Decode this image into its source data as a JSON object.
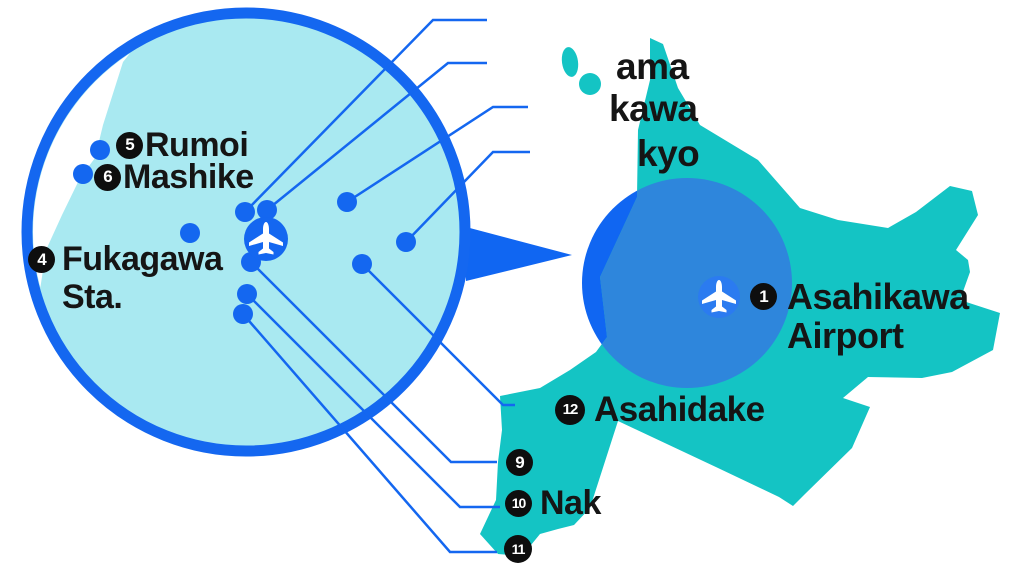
{
  "labels": {
    "airport": {
      "num": "1",
      "line1": "Asahikawa",
      "line2": "Airport"
    },
    "asahidake": {
      "num": "12",
      "text": "Asahidake"
    },
    "rumoi": {
      "num": "5",
      "text": "Rumoi"
    },
    "mashike": {
      "num": "6",
      "text": "Mashike"
    },
    "fukagawa_sta": {
      "num": "4",
      "line1": "Fukagawa",
      "line2": "Sta."
    },
    "stop9": {
      "num": "9"
    },
    "stop10": {
      "num": "10",
      "text_fragment": "Nak"
    },
    "stop11": {
      "num": "11"
    },
    "top_fragments": {
      "f1": "ama",
      "f2": "kawa",
      "f3": "kyo"
    }
  },
  "icons": {
    "airplane": "airplane-icon"
  },
  "colors": {
    "land_teal": "#14C4C4",
    "lens_fill": "#A9E9F1",
    "accent_blue": "#1467F0",
    "coverage_circle_blue": "#2E86DC",
    "plane_badge_blue": "#2B7BF0",
    "badge_black": "#0E0E0E",
    "sea_white": "#FFFFFF",
    "text_black": "#151515"
  }
}
